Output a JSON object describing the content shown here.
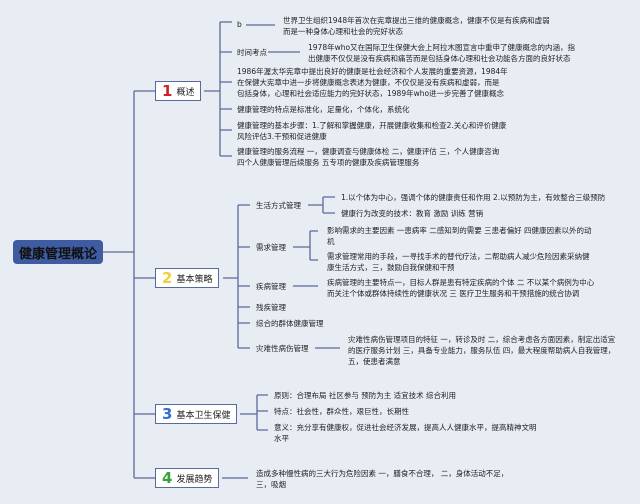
{
  "title": "健康管理概论",
  "sections": [
    {
      "num": "1",
      "label": "概述",
      "color": "#d0202a"
    },
    {
      "num": "2",
      "label": "基本策略",
      "color": "#f2cf3a"
    },
    {
      "num": "3",
      "label": "基本卫生保健",
      "color": "#2f6fd0"
    },
    {
      "num": "4",
      "label": "发展趋势",
      "color": "#3aa040"
    }
  ],
  "overview": {
    "b_label": "b",
    "b_text": [
      "世界卫生组织1948年首次在宪章提出三维的健康概念，健康不仅是有疾病和虚弱",
      "而是一种身体心理和社会的完好状态"
    ],
    "time_label": "时间考点",
    "time_text": [
      "1978年who又在国际卫生保健大会上阿拉木图宣言中重申了健康概念的内涵，指",
      "出健康不仅仅是没有疾病和痛苦而是包括身体心理和社会功能各方面的良好状态"
    ],
    "charter": [
      "1986年渥太华宪章中提出良好的健康是社会经济和个人发展的重要资源，1984年",
      "在保健大宪章中进一步将健康概念表述为健康，不仅仅是没有疾病和虚弱，而是",
      "包括身体，心理和社会适应能力的完好状态，1989年who进一步完善了健康概念"
    ],
    "features": "健康管理的特点是标准化，足量化，个体化，系统化",
    "steps": [
      "健康管理的基本步骤：1.了解和掌握健康，开展健康收集和检查2.关心和评价健康",
      "风险评估3.干预和促进健康"
    ],
    "flow": [
      "健康管理的服务流程 一，健康调查与健康体检 二，健康评估 三，个人健康咨询",
      "四个人健康管理后续服务 五专项的健康及疾病管理服务"
    ]
  },
  "strategy": {
    "lifestyle": "生活方式管理",
    "lifestyle_items": [
      "1.以个体为中心，强调个体的健康责任和作用 2.以预防为主，有效整合三级预防",
      "健康行为改变的技术：教育 激励 训练 营销"
    ],
    "demand": "需求管理",
    "demand_items": [
      [
        "影响需求的主要因素 一患病率 二感知到的需要 三患者偏好 四健康因素以外的动",
        "机"
      ],
      [
        "需求管理常用的手段，一寻找手术的替代疗法，二帮助病人减少危险因素采纳健",
        "康生活方式，三，鼓励自我保健和干预"
      ]
    ],
    "disease": "疾病管理",
    "disease_text": [
      "疾病管理的主要特点一，目标人群是患有特定疾病的个体 二 不以某个病例为中心",
      "而关注个体或群体持续性的健康状况 三 医疗卫生服务和干预措施的统合协调"
    ],
    "disability": "残疾管理",
    "population": "综合的群体健康管理",
    "catastrophic": "灾难性病伤管理",
    "catastrophic_text": [
      "灾难性病伤管理项目的特征 一，转诊及时 二，综合考虑各方面因素，制定出适宜",
      "的医疗服务计划 三，具备专业能力，服务队伍 四，最大程度帮助病人自我管理，",
      "五，使患者满意"
    ]
  },
  "primary": {
    "principle": "原则：合理布局 社区参与 预防为主 适宜技术 综合利用",
    "traits": "特点：社会性，群众性，艰巨性，长期性",
    "meaning": [
      "意义：充分享有健康权，促进社会经济发展，提高人人健康水平，提高精神文明",
      "水平"
    ]
  },
  "trend": {
    "text": [
      "造成多种慢性病的三大行为危险因素 一，膳食不合理， 二，身体活动不足，",
      "三，吸烟"
    ]
  }
}
